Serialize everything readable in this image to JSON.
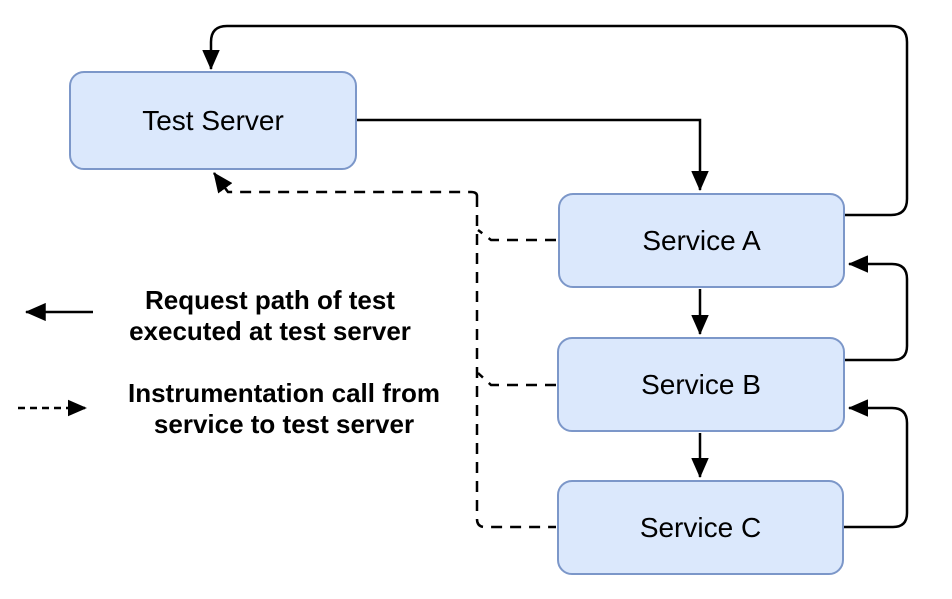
{
  "diagram": {
    "nodes": [
      {
        "id": "test-server",
        "label": "Test Server"
      },
      {
        "id": "service-a",
        "label": "Service A"
      },
      {
        "id": "service-b",
        "label": "Service B"
      },
      {
        "id": "service-c",
        "label": "Service C"
      }
    ],
    "edges": [
      {
        "from": "test-server",
        "to": "service-a",
        "style": "solid"
      },
      {
        "from": "service-a",
        "to": "service-b",
        "style": "solid"
      },
      {
        "from": "service-b",
        "to": "service-c",
        "style": "solid"
      },
      {
        "from": "service-a",
        "to": "test-server",
        "style": "solid"
      },
      {
        "from": "service-b",
        "to": "service-a",
        "style": "solid"
      },
      {
        "from": "service-c",
        "to": "service-b",
        "style": "solid"
      },
      {
        "from": "service-a",
        "to": "test-server",
        "style": "dashed"
      },
      {
        "from": "service-b",
        "to": "test-server",
        "style": "dashed"
      },
      {
        "from": "service-c",
        "to": "test-server",
        "style": "dashed"
      }
    ],
    "legend": {
      "request": {
        "line1": "Request path of test",
        "line2": "executed at test server"
      },
      "instrumentation": {
        "line1": "Instrumentation call from",
        "line2": "service to test server"
      }
    },
    "colors": {
      "background": "#ffffff",
      "node_fill": "#dbe8fc",
      "node_border": "#7c97c9",
      "arrow": "#000000",
      "text": "#000000"
    }
  }
}
